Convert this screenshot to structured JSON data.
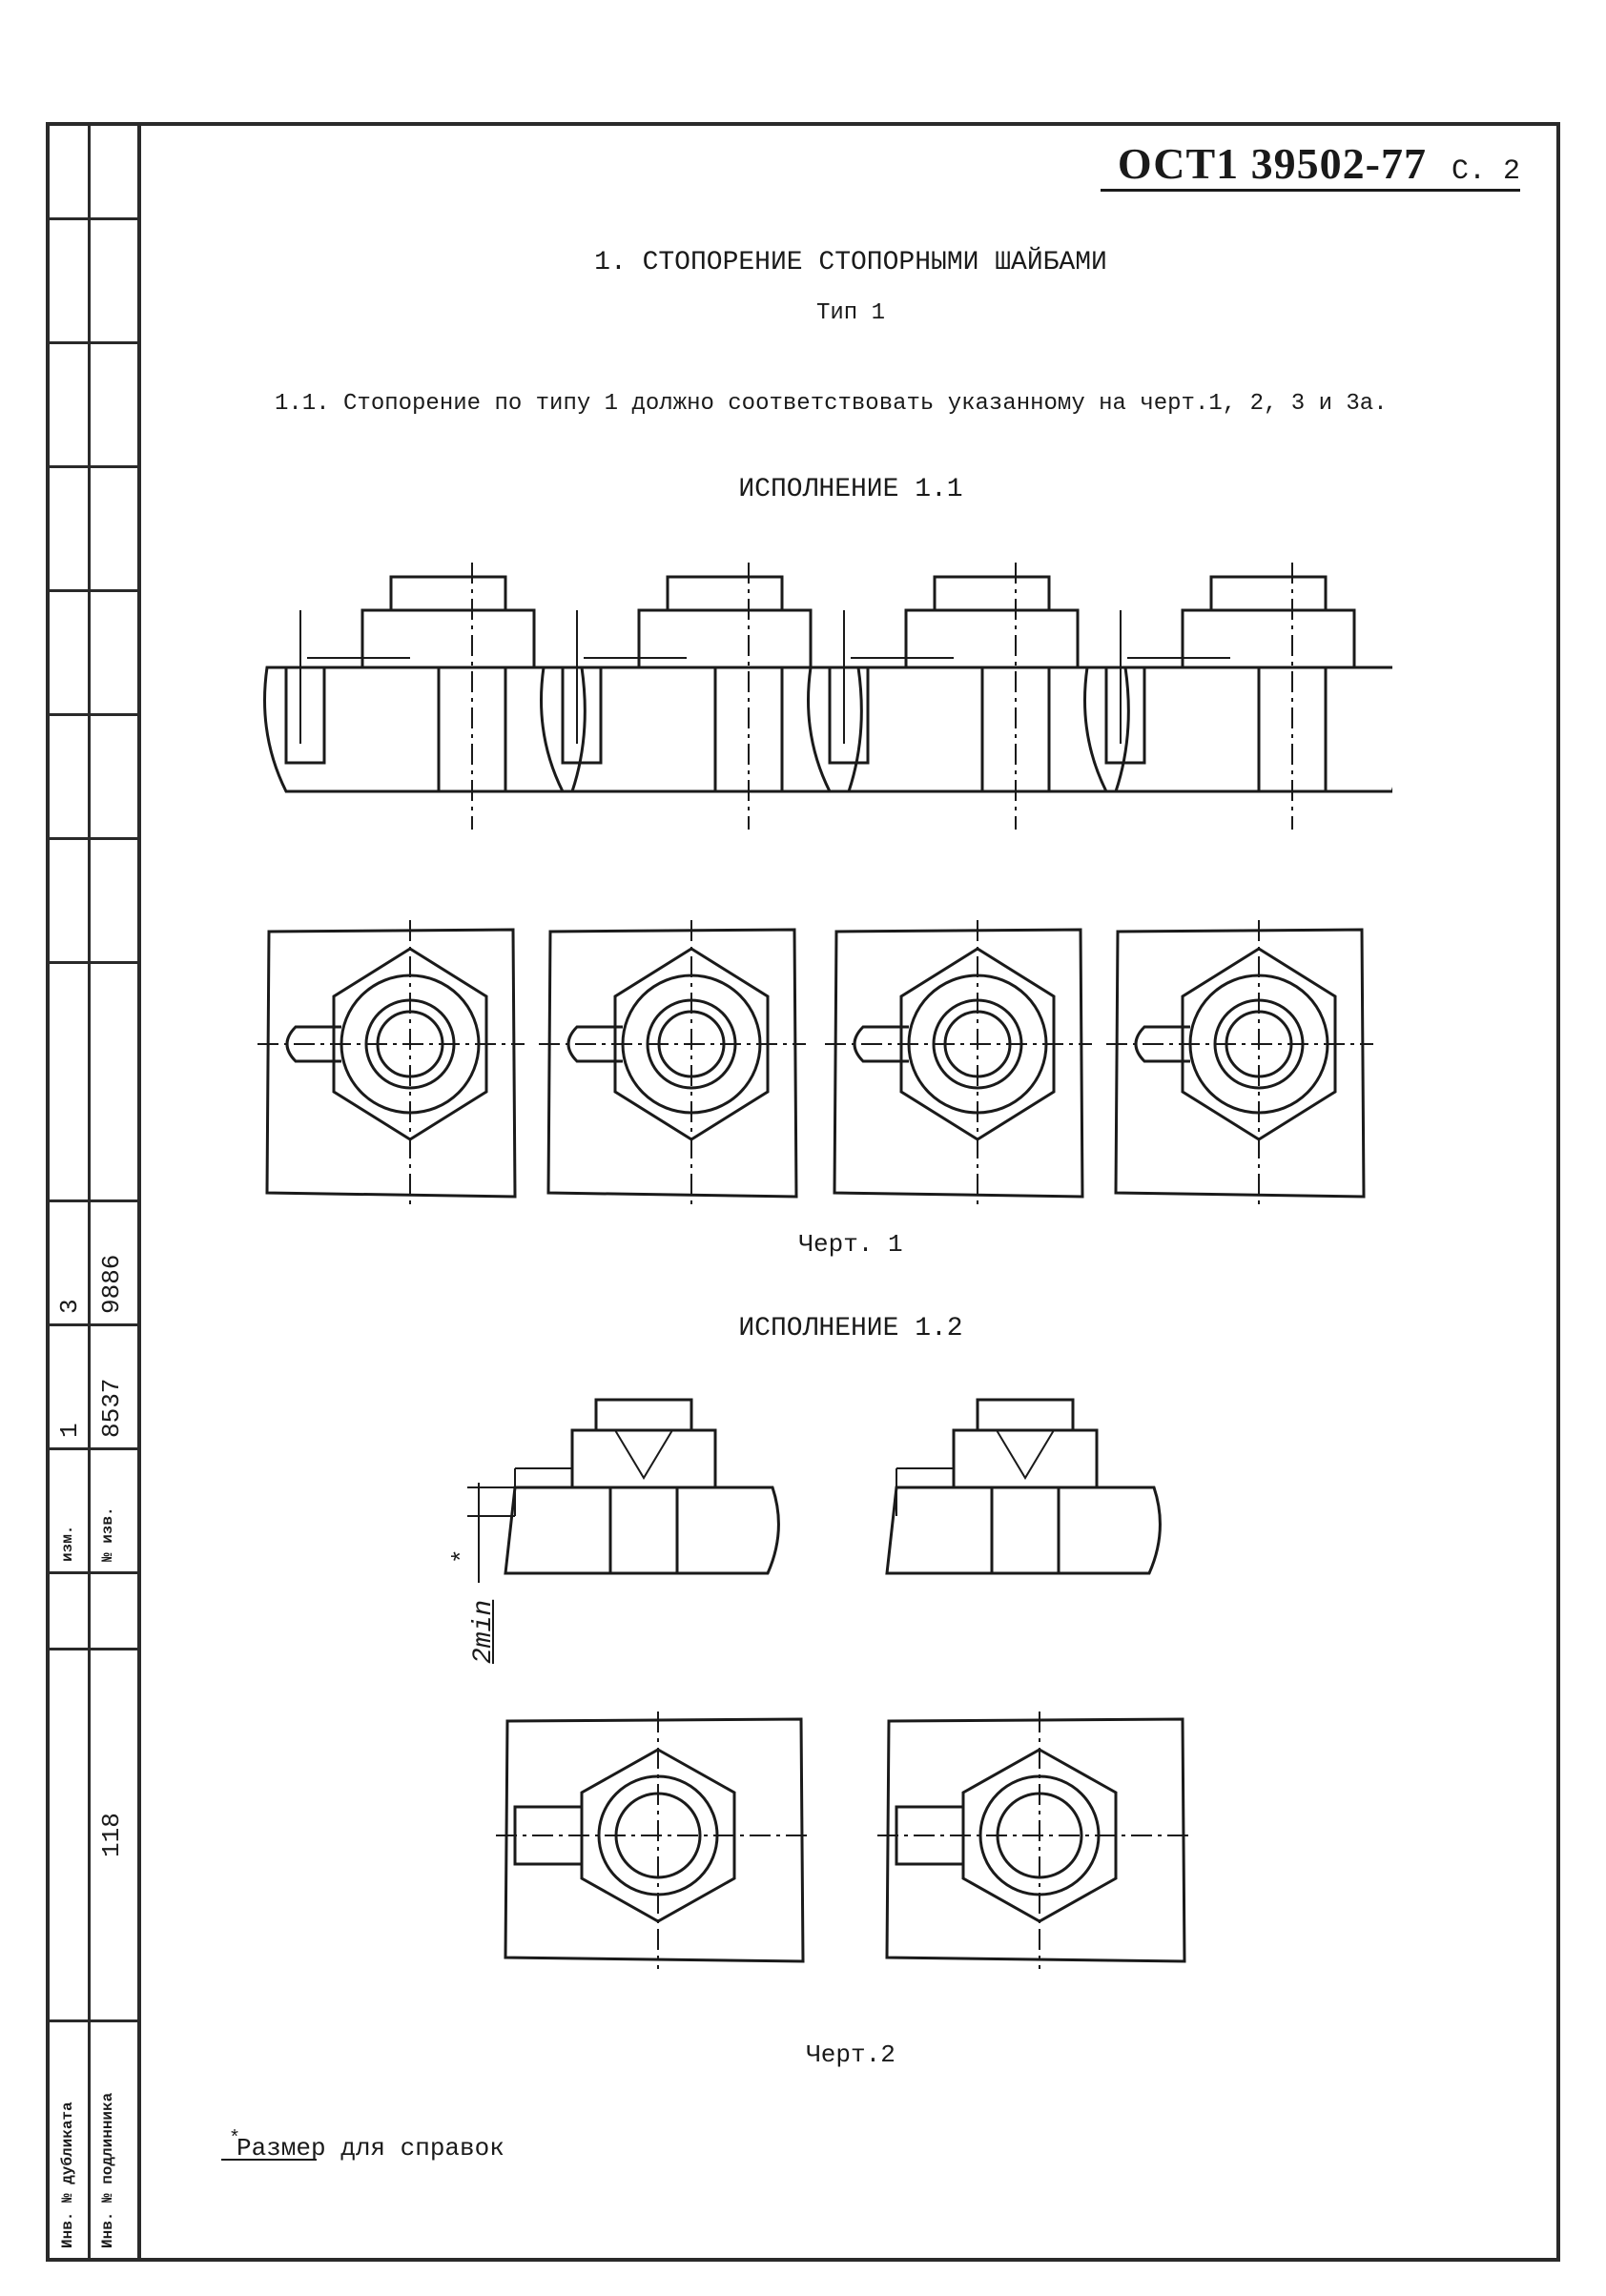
{
  "header": {
    "doc_code": "ОСТ1 39502-77",
    "page": "С. 2"
  },
  "section_title": "1. СТОПОРЕНИЕ СТОПОРНЫМИ ШАЙБАМИ",
  "type_label": "Тип 1",
  "paragraph": "1.1. Стопорение по типу 1 должно соответствовать указанному на черт.1, 2, 3 и 3а.",
  "variant_1": "ИСПОЛНЕНИЕ 1.1",
  "caption_1": "Черт. 1",
  "variant_2": "ИСПОЛНЕНИЕ 1.2",
  "dimension_label": "2min",
  "dimension_star": "*",
  "caption_2": "Черт.2",
  "footnote": {
    "mark": "*",
    "text": "Размер для справок"
  },
  "side_strip": {
    "col1": [
      "3",
      "1",
      "изм."
    ],
    "col2": [
      "9886",
      "8537",
      "№ изв."
    ],
    "number": "118",
    "inv_dubl": "Инв. № дубликата",
    "inv_podl": "Инв. № подлинника"
  }
}
